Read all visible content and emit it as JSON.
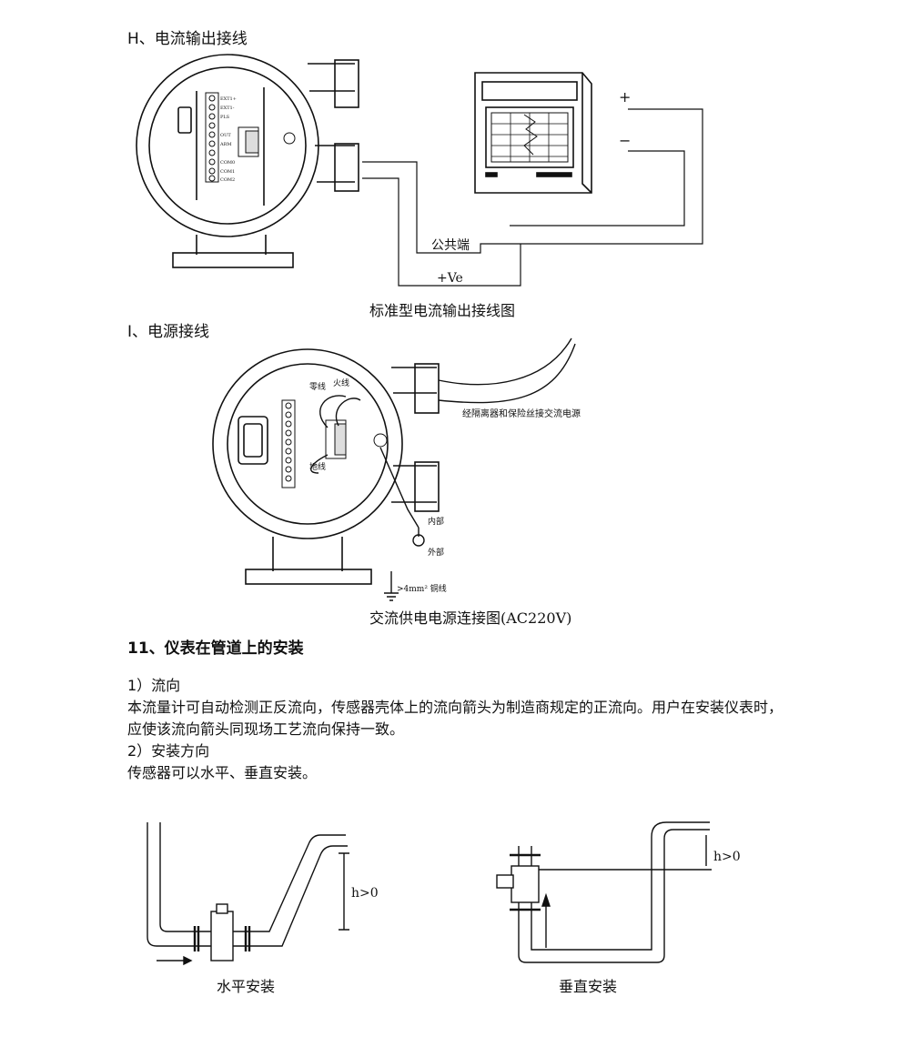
{
  "section_h": {
    "heading": "H、电流输出接线",
    "terminal_labels": [
      "EXT1+",
      "EXT1-",
      "PLS",
      "OUT",
      "ARM",
      "",
      "",
      "COM0",
      "COM1",
      "COM2"
    ],
    "common_label": "公共端",
    "ve_label": "+Ve",
    "plus_label": "+",
    "minus_label": "−",
    "caption": "标准型电流输出接线图"
  },
  "section_i": {
    "heading": "I、电源接线",
    "zero_line": "零线",
    "live_line": "火线",
    "ground_line": "地线",
    "source_note": "经隔离器和保险丝接交流电源",
    "inner": "内部",
    "outer": "外部",
    "copper": ">4mm² 铜线",
    "caption": "交流供电电源连接图(AC220V)"
  },
  "section_11": {
    "heading": "11、仪表在管道上的安装",
    "sub1_title": "1）流向",
    "sub1_text": "本流量计可自动检测正反流向，传感器壳体上的流向箭头为制造商规定的正流向。用户在安装仪表时，应使该流向箭头同现场工艺流向保持一致。",
    "sub2_title": "2）安装方向",
    "sub2_text": "传感器可以水平、垂直安装。",
    "h_label": "h>0",
    "h_label_2": "h>0",
    "horizontal_caption": "水平安装",
    "vertical_caption": "垂直安装"
  }
}
